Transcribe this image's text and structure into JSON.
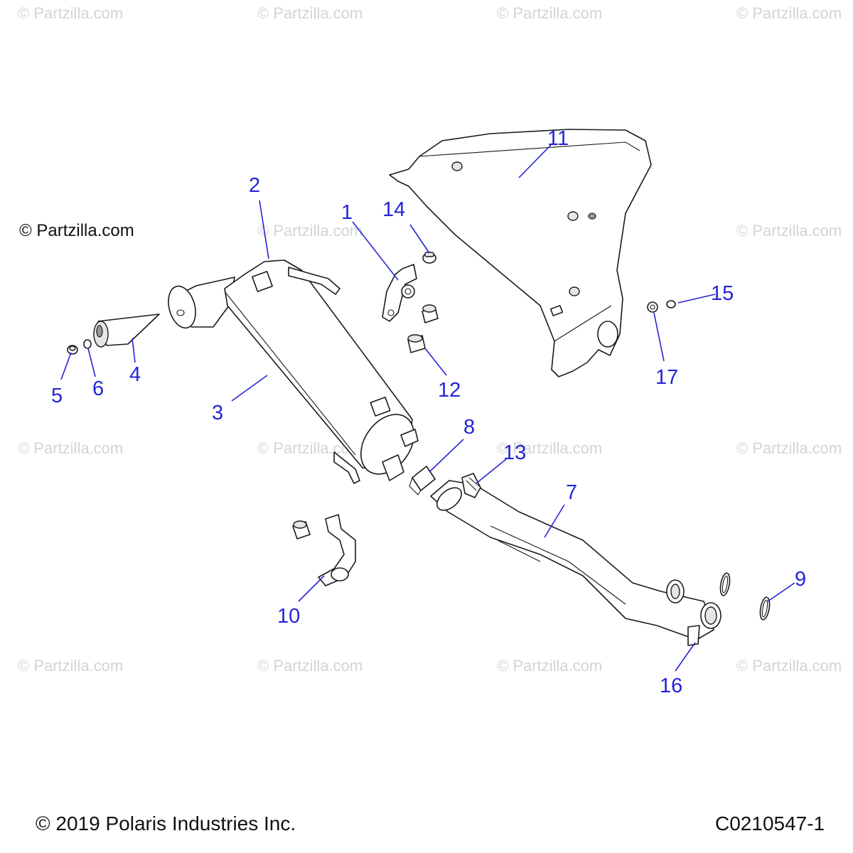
{
  "watermark": {
    "text": "© Partzilla.com",
    "main_text": "© Partzilla.com"
  },
  "callouts": [
    "1",
    "2",
    "3",
    "4",
    "5",
    "6",
    "7",
    "8",
    "9",
    "10",
    "11",
    "12",
    "13",
    "14",
    "15",
    "16",
    "17"
  ],
  "footer": {
    "copyright": "© 2019 Polaris Industries Inc.",
    "diagram_code": "C0210547-1"
  },
  "colors": {
    "callout": "#2424d8",
    "watermark": "#d4d4d4",
    "line": "#1a1a1a"
  }
}
